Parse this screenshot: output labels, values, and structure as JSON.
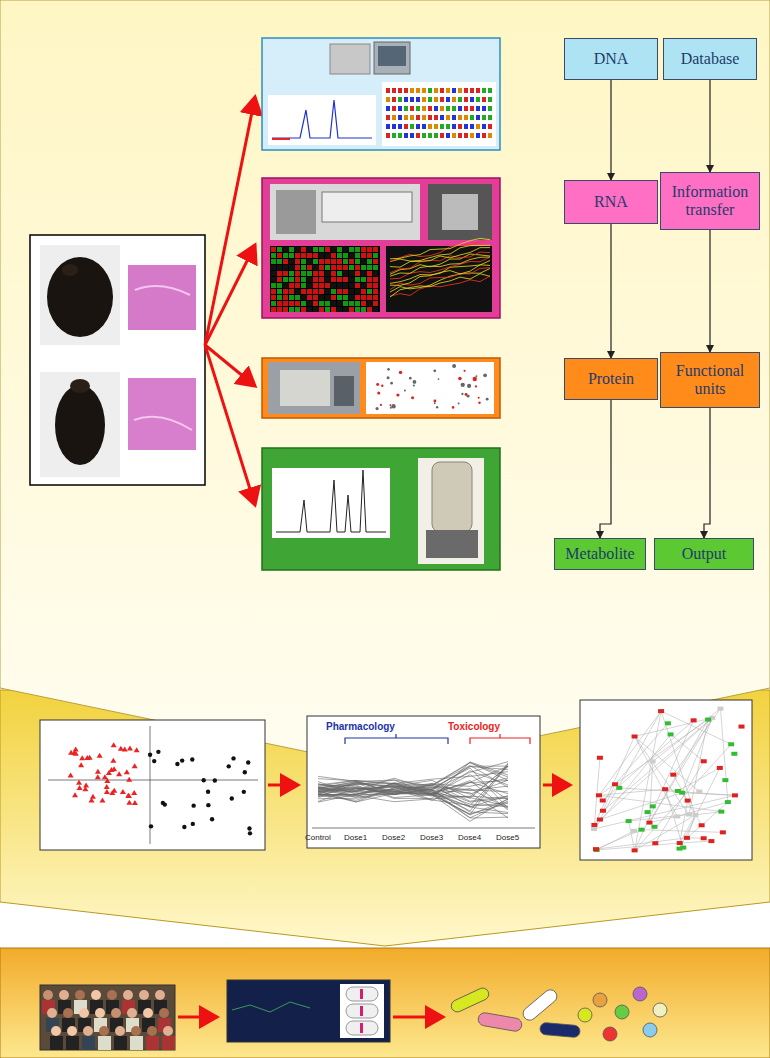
{
  "diagram": {
    "nodes": [
      {
        "text": [
          "DNA"
        ]
      },
      {
        "text": [
          "Database"
        ]
      },
      {
        "text": [
          "RNA"
        ]
      },
      {
        "text": [
          "Information transfer"
        ]
      },
      {
        "text": [
          "Protein"
        ]
      },
      {
        "text": [
          "Functional units"
        ]
      },
      {
        "text": [
          "Metabolite"
        ]
      },
      {
        "text": [
          "Output"
        ]
      }
    ],
    "edges": [
      {
        "from": 0,
        "to": 2,
        "arrow": "to"
      },
      {
        "from": 2,
        "to": 4,
        "arrow": "to"
      },
      {
        "from": 4,
        "to": 6,
        "arrow": "to"
      },
      {
        "from": 1,
        "to": 3,
        "arrow": "to"
      },
      {
        "from": 3,
        "to": 5,
        "arrow": "to"
      },
      {
        "from": 5,
        "to": 7,
        "arrow": "to"
      }
    ],
    "labels": [
      "Pharmacology",
      "Toxicology",
      "Control",
      "Dose1",
      "Dose2",
      "Dose3",
      "Dose4",
      "Dose5"
    ]
  }
}
